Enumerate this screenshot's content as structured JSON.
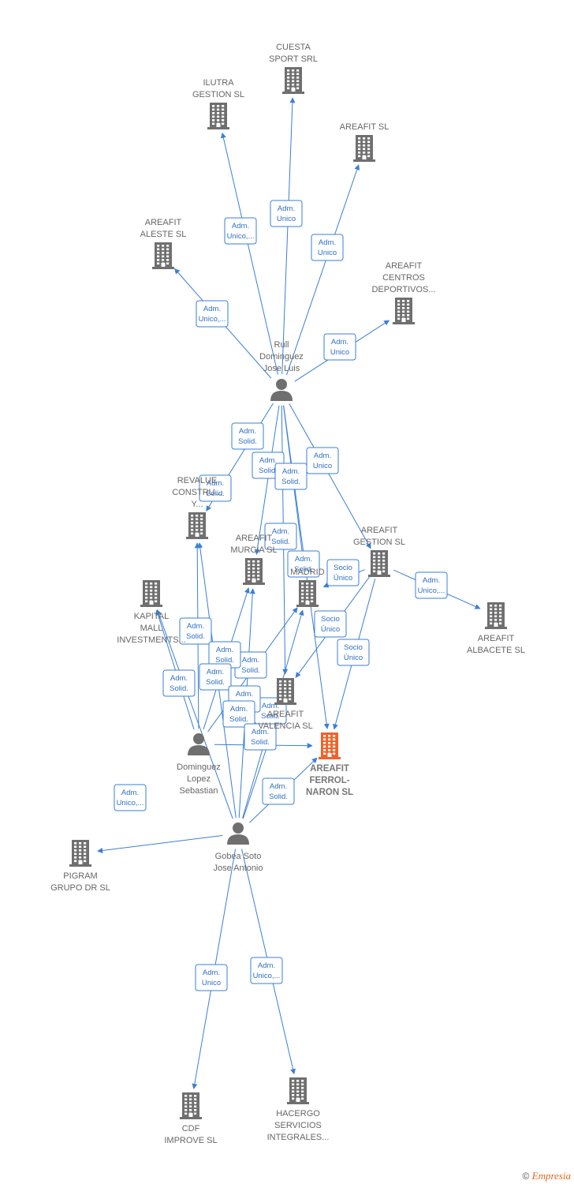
{
  "colors": {
    "edge": "#3a7fd6",
    "node": "#6f6f6f",
    "focus": "#f0622a"
  },
  "nodes": [
    {
      "id": "cuesta",
      "type": "company",
      "label": [
        "CUESTA",
        "SPORT SRL"
      ]
    },
    {
      "id": "ilutra",
      "type": "company",
      "label": [
        "ILUTRA",
        "GESTION SL"
      ]
    },
    {
      "id": "areafit",
      "type": "company",
      "label": [
        "AREAFIT SL"
      ]
    },
    {
      "id": "aleste",
      "type": "company",
      "label": [
        "AREAFIT",
        "ALESTE SL"
      ]
    },
    {
      "id": "centros",
      "type": "company",
      "label": [
        "AREAFIT",
        "CENTROS",
        "DEPORTIVOS..."
      ]
    },
    {
      "id": "rull",
      "type": "person",
      "label": [
        "Rull",
        "Dominguez",
        "Jose Luis"
      ]
    },
    {
      "id": "revalue",
      "type": "company",
      "label": [
        "REVALUE",
        "CONSTRU...",
        "Y..."
      ]
    },
    {
      "id": "murcia",
      "type": "company",
      "label": [
        "AREAFIT",
        "MURCIA SL"
      ]
    },
    {
      "id": "madrid",
      "type": "company",
      "label": [
        "MADRID"
      ]
    },
    {
      "id": "gestion",
      "type": "company",
      "label": [
        "AREAFIT",
        "GESTION SL"
      ]
    },
    {
      "id": "albacete",
      "type": "company",
      "label": [
        "AREAFIT",
        "ALBACETE SL"
      ]
    },
    {
      "id": "kapital",
      "type": "company",
      "label": [
        "KAPITAL",
        "MALL",
        "INVESTMENTS..."
      ]
    },
    {
      "id": "valencia",
      "type": "company",
      "label": [
        "AREAFIT",
        "VALENCIA SL"
      ]
    },
    {
      "id": "ferrol",
      "type": "focus",
      "label": [
        "AREAFIT",
        "FERROL-",
        "NARON SL"
      ]
    },
    {
      "id": "lopez",
      "type": "person",
      "label": [
        "Dominguez",
        "Lopez",
        "Sebastian"
      ]
    },
    {
      "id": "pigram",
      "type": "company",
      "label": [
        "PIGRAM",
        "GRUPO DR SL"
      ]
    },
    {
      "id": "gobea",
      "type": "person",
      "label": [
        "Gobea Soto",
        "Jose Antonio"
      ]
    },
    {
      "id": "cdf",
      "type": "company",
      "label": [
        "CDF",
        "IMPROVE SL"
      ]
    },
    {
      "id": "hacergo",
      "type": "company",
      "label": [
        "HACERGO",
        "SERVICIOS",
        "INTEGRALES..."
      ]
    }
  ],
  "edges": [
    {
      "from": "rull",
      "to": "cuesta",
      "label": [
        "Adm.",
        "Unico"
      ]
    },
    {
      "from": "rull",
      "to": "ilutra",
      "label": [
        "Adm.",
        "Unico,..."
      ]
    },
    {
      "from": "rull",
      "to": "areafit",
      "label": [
        "Adm.",
        "Unico"
      ]
    },
    {
      "from": "rull",
      "to": "aleste",
      "label": [
        "Adm.",
        "Unico,..."
      ]
    },
    {
      "from": "rull",
      "to": "centros",
      "label": [
        "Adm.",
        "Unico"
      ]
    },
    {
      "from": "rull",
      "to": "revalue",
      "label": [
        "Adm.",
        "Solid."
      ]
    },
    {
      "from": "rull",
      "to": "murcia",
      "label": [
        "Adm.",
        "Solid."
      ]
    },
    {
      "from": "rull",
      "to": "madrid",
      "label": [
        "Adm.",
        "Solid."
      ]
    },
    {
      "from": "rull",
      "to": "gestion",
      "label": [
        "Adm.",
        "Unico"
      ]
    },
    {
      "from": "rull",
      "to": "valencia",
      "label": [
        "Adm.",
        "Solid."
      ]
    },
    {
      "from": "rull",
      "to": "ferrol",
      "label": [
        "Adm.",
        "Solid."
      ]
    },
    {
      "from": "gestion",
      "to": "madrid",
      "label": [
        "Socio",
        "Único"
      ]
    },
    {
      "from": "gestion",
      "to": "valencia",
      "label": [
        "Socio",
        "Único"
      ]
    },
    {
      "from": "gestion",
      "to": "ferrol",
      "label": [
        "Socio",
        "Único"
      ]
    },
    {
      "from": "gestion",
      "to": "albacete",
      "label": [
        "Adm.",
        "Unico,..."
      ]
    },
    {
      "from": "lopez",
      "to": "revalue",
      "label": [
        "Adm.",
        "Solid."
      ]
    },
    {
      "from": "lopez",
      "to": "kapital",
      "label": [
        "Adm.",
        "Solid."
      ]
    },
    {
      "from": "lopez",
      "to": "murcia",
      "label": [
        "Adm.",
        "Solid."
      ]
    },
    {
      "from": "lopez",
      "to": "madrid",
      "label": [
        "Adm.",
        "Solid."
      ]
    },
    {
      "from": "lopez",
      "to": "ferrol",
      "label": [
        "Adm.",
        "Solid."
      ]
    },
    {
      "from": "gobea",
      "to": "revalue",
      "label": [
        "Adm.",
        "Solid."
      ]
    },
    {
      "from": "gobea",
      "to": "kapital",
      "label": [
        "Adm.",
        "Solid."
      ]
    },
    {
      "from": "gobea",
      "to": "murcia",
      "label": [
        "Adm.",
        "Solid."
      ]
    },
    {
      "from": "gobea",
      "to": "madrid",
      "label": [
        "Adm.",
        "Solid."
      ]
    },
    {
      "from": "gobea",
      "to": "valencia",
      "label": [
        "Adm.",
        "Solid."
      ]
    },
    {
      "from": "gobea",
      "to": "ferrol",
      "label": [
        "Adm.",
        "Solid."
      ]
    },
    {
      "from": "gobea",
      "to": "pigram",
      "label": [
        "Adm.",
        "Unico,..."
      ]
    },
    {
      "from": "gobea",
      "to": "cdf",
      "label": [
        "Adm.",
        "Unico"
      ]
    },
    {
      "from": "gobea",
      "to": "hacergo",
      "label": [
        "Adm.",
        "Unico,..."
      ]
    }
  ],
  "footer": {
    "copyright": "©",
    "brand": "Empresia"
  }
}
